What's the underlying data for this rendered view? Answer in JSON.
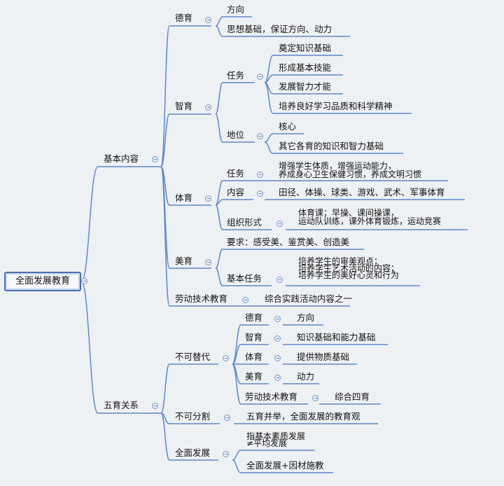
{
  "root": "全面发展教育",
  "basic": {
    "label": "基本内容",
    "moral": {
      "label": "德育",
      "items": [
        "方向",
        "思想基础，保证方向、动力"
      ]
    },
    "intel": {
      "label": "智育",
      "task": {
        "label": "任务",
        "items": [
          "奠定知识基础",
          "形成基本技能",
          "发展智力才能",
          "培养良好学习品质和科学精神"
        ]
      },
      "status": {
        "label": "地位",
        "items": [
          "核心",
          "其它各育的知识和智力基础"
        ]
      }
    },
    "pe": {
      "label": "体育",
      "task": {
        "label": "任务",
        "text": "增强学生体质，增强运动能力，\n养成身心卫生保健习惯，养成文明习惯"
      },
      "content": {
        "label": "内容",
        "text": "田径、体操、球类、游戏、武术、军事体育"
      },
      "org": {
        "label": "组织形式",
        "text": "体育课；早操、课间操课，\n运动队训练，课外体育锻炼，运动竞赛"
      }
    },
    "aesthetic": {
      "label": "美育",
      "require": "要求：感受美、鉴赏美、创造美",
      "task": {
        "label": "基本任务",
        "text": "培养学生的审美观点；\n培养学生艺术活动的内容；\n培养学生的美好心灵和行为"
      }
    },
    "labor": {
      "label": "劳动技术教育",
      "item": "综合实践活动内容之一"
    }
  },
  "relation": {
    "label": "五育关系",
    "irreplaceable": {
      "label": "不可替代",
      "rows": [
        {
          "k": "德育",
          "v": "方向"
        },
        {
          "k": "智育",
          "v": "知识基础和能力基础"
        },
        {
          "k": "体育",
          "v": "提供物质基础"
        },
        {
          "k": "美育",
          "v": "动力"
        },
        {
          "k": "劳动技术教育",
          "v": "综合四育"
        }
      ]
    },
    "inseparable": {
      "label": "不可分割",
      "item": "五育并举，全面发展的教育观"
    },
    "full": {
      "label": "全面发展",
      "items": [
        "指基本素质发展\n≠平均发展",
        "全面发展+因材施教"
      ]
    }
  }
}
